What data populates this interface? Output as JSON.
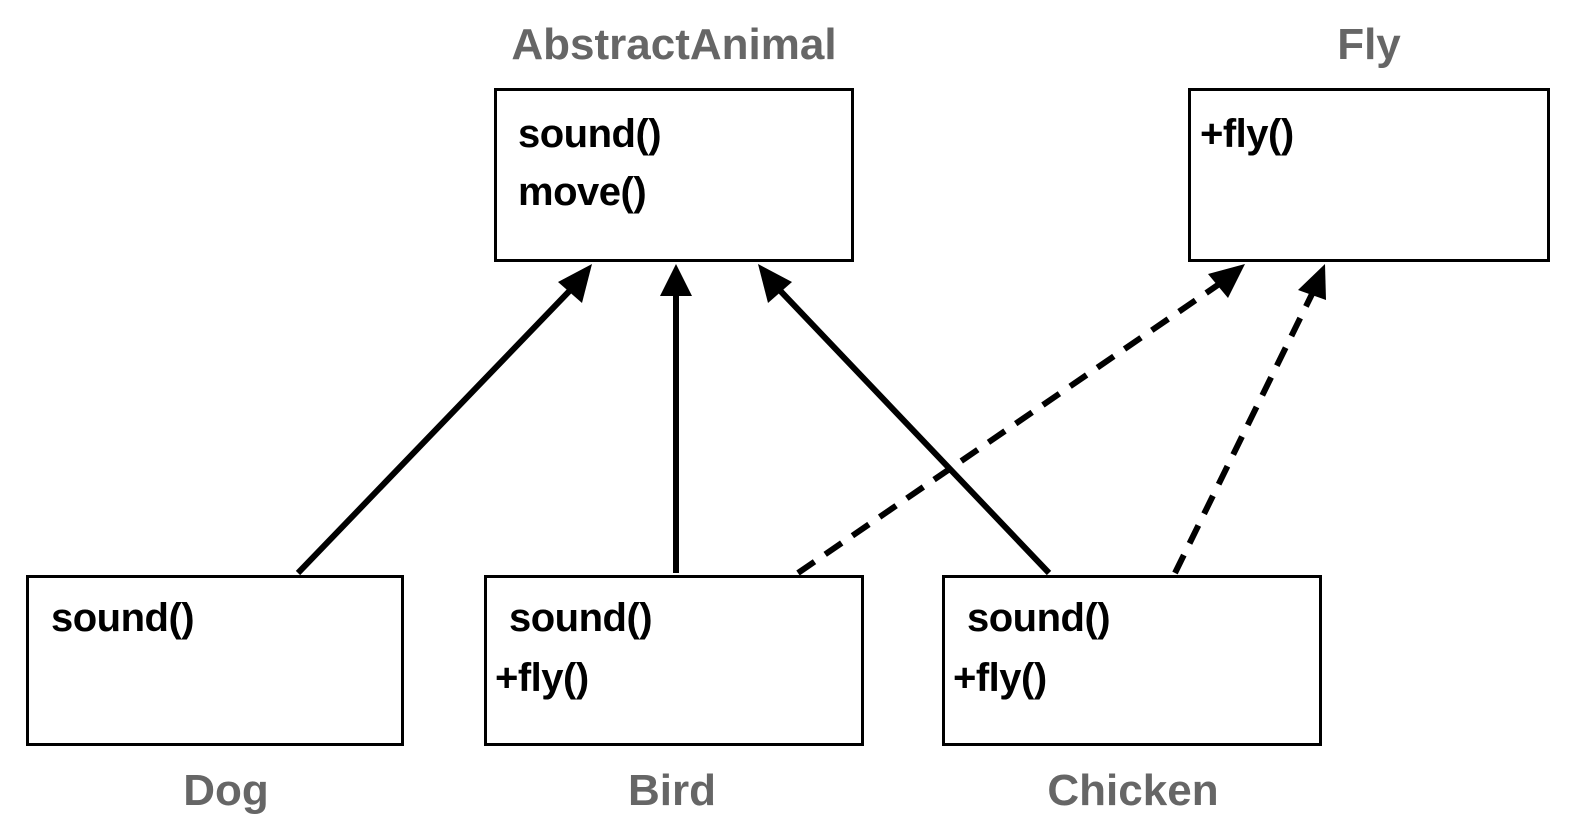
{
  "classes": {
    "abstract_animal": {
      "name": "AbstractAnimal",
      "methods": [
        "sound()",
        "move()"
      ]
    },
    "fly": {
      "name": "Fly",
      "methods": [
        "+fly()"
      ]
    },
    "dog": {
      "name": "Dog",
      "methods": [
        "sound()"
      ]
    },
    "bird": {
      "name": "Bird",
      "methods": [
        "sound()",
        "+fly()"
      ]
    },
    "chicken": {
      "name": "Chicken",
      "methods": [
        "sound()",
        "+fly()"
      ]
    }
  },
  "relations": [
    {
      "from": "Dog",
      "to": "AbstractAnimal",
      "style": "solid"
    },
    {
      "from": "Bird",
      "to": "AbstractAnimal",
      "style": "solid"
    },
    {
      "from": "Chicken",
      "to": "AbstractAnimal",
      "style": "solid"
    },
    {
      "from": "Bird",
      "to": "Fly",
      "style": "dashed"
    },
    {
      "from": "Chicken",
      "to": "Fly",
      "style": "dashed"
    }
  ],
  "colors": {
    "title": "#666666",
    "line": "#000000",
    "box_border": "#000000",
    "method_text": "#000000"
  }
}
